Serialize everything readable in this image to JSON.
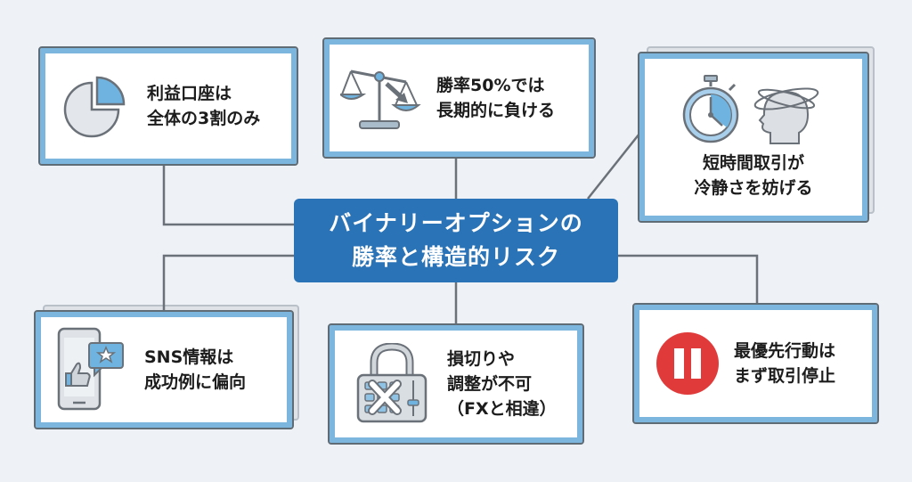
{
  "title": {
    "line1": "バイナリーオプションの",
    "line2": "勝率と構造的リスク"
  },
  "cards": [
    {
      "id": "profit-accounts",
      "icon": "pie-chart-icon",
      "lines": [
        "利益口座は",
        "全体の3割のみ"
      ]
    },
    {
      "id": "win-rate",
      "icon": "balance-scale-icon",
      "lines": [
        "勝率50%では",
        "長期的に負ける"
      ]
    },
    {
      "id": "short-term",
      "icon": "stopwatch-dizzy-head-icon",
      "lines": [
        "短時間取引が",
        "冷静さを妨げる"
      ]
    },
    {
      "id": "sns-bias",
      "icon": "smartphone-like-icon",
      "lines": [
        "SNS情報は",
        "成功例に偏向"
      ]
    },
    {
      "id": "no-stop-loss",
      "icon": "locked-controls-icon",
      "lines": [
        "損切りや",
        "調整が不可",
        "（FXと相違）"
      ]
    },
    {
      "id": "stop-trading",
      "icon": "pause-icon",
      "lines": [
        "最優先行動は",
        "まず取引停止"
      ]
    }
  ],
  "colors": {
    "background": "#eef1f5",
    "center": "#2a73b6",
    "card_accent": "#7cb6de",
    "card_border": "#5f6b75",
    "connector": "#6b7178",
    "pause_red": "#e03a3a"
  }
}
